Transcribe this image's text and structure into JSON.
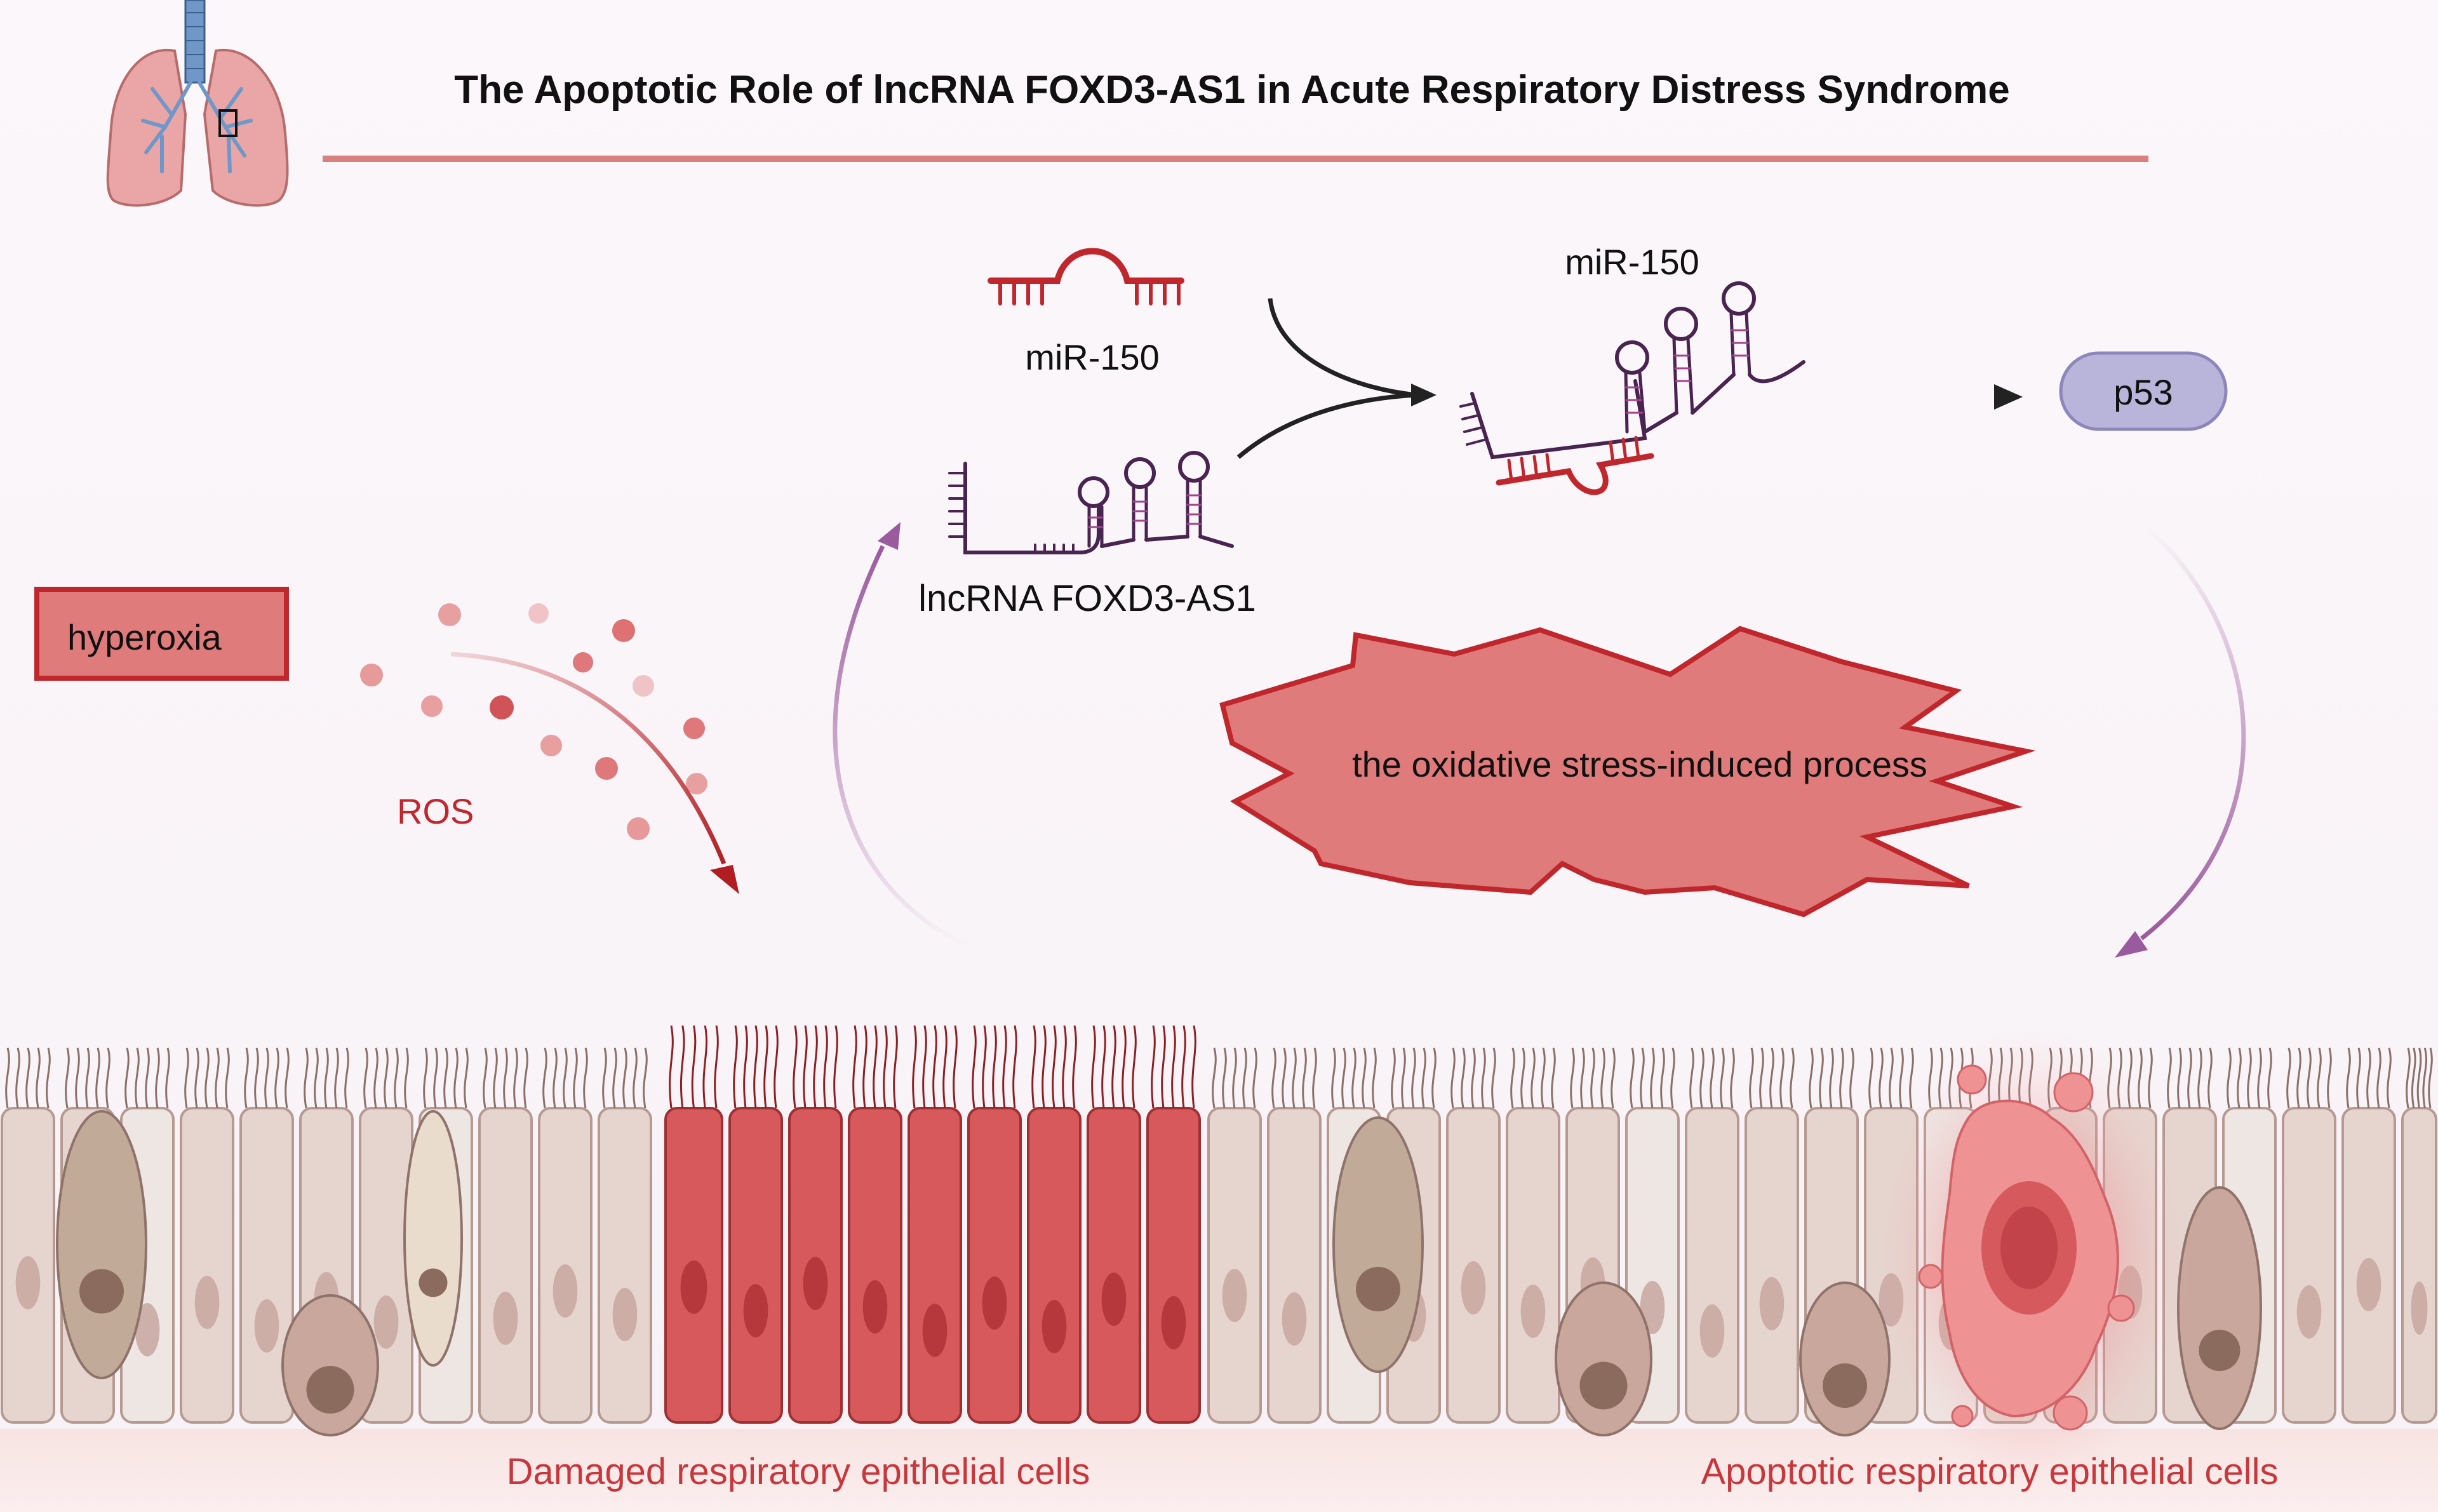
{
  "title": "The Apoptotic Role of lncRNA FOXD3-AS1 in Acute Respiratory Distress Syndrome",
  "labels": {
    "hyperoxia": "hyperoxia",
    "ros": "ROS",
    "mir150_top": "miR-150",
    "mir150_complex": "miR-150",
    "lncrna": "lncRNA FOXD3-AS1",
    "p53": "p53",
    "oxidative": "the oxidative stress-induced process",
    "damaged": "Damaged respiratory epithelial cells",
    "apoptotic": "Apoptotic respiratory epithelial cells"
  },
  "colors": {
    "accent_red": "#c8373b",
    "title_rule": "#d98080",
    "rna_purple": "#4a2451",
    "rna_red": "#c0272d",
    "arrow_purple": "#9a5a9e",
    "p53_fill": "#b9b5da",
    "burst_fill": "#e07b7b",
    "cell_beige": "#e6d5cf",
    "damaged_cell": "#d8595b"
  },
  "icons": {
    "lung": "lung-icon",
    "starburst": "starburst-shape"
  }
}
